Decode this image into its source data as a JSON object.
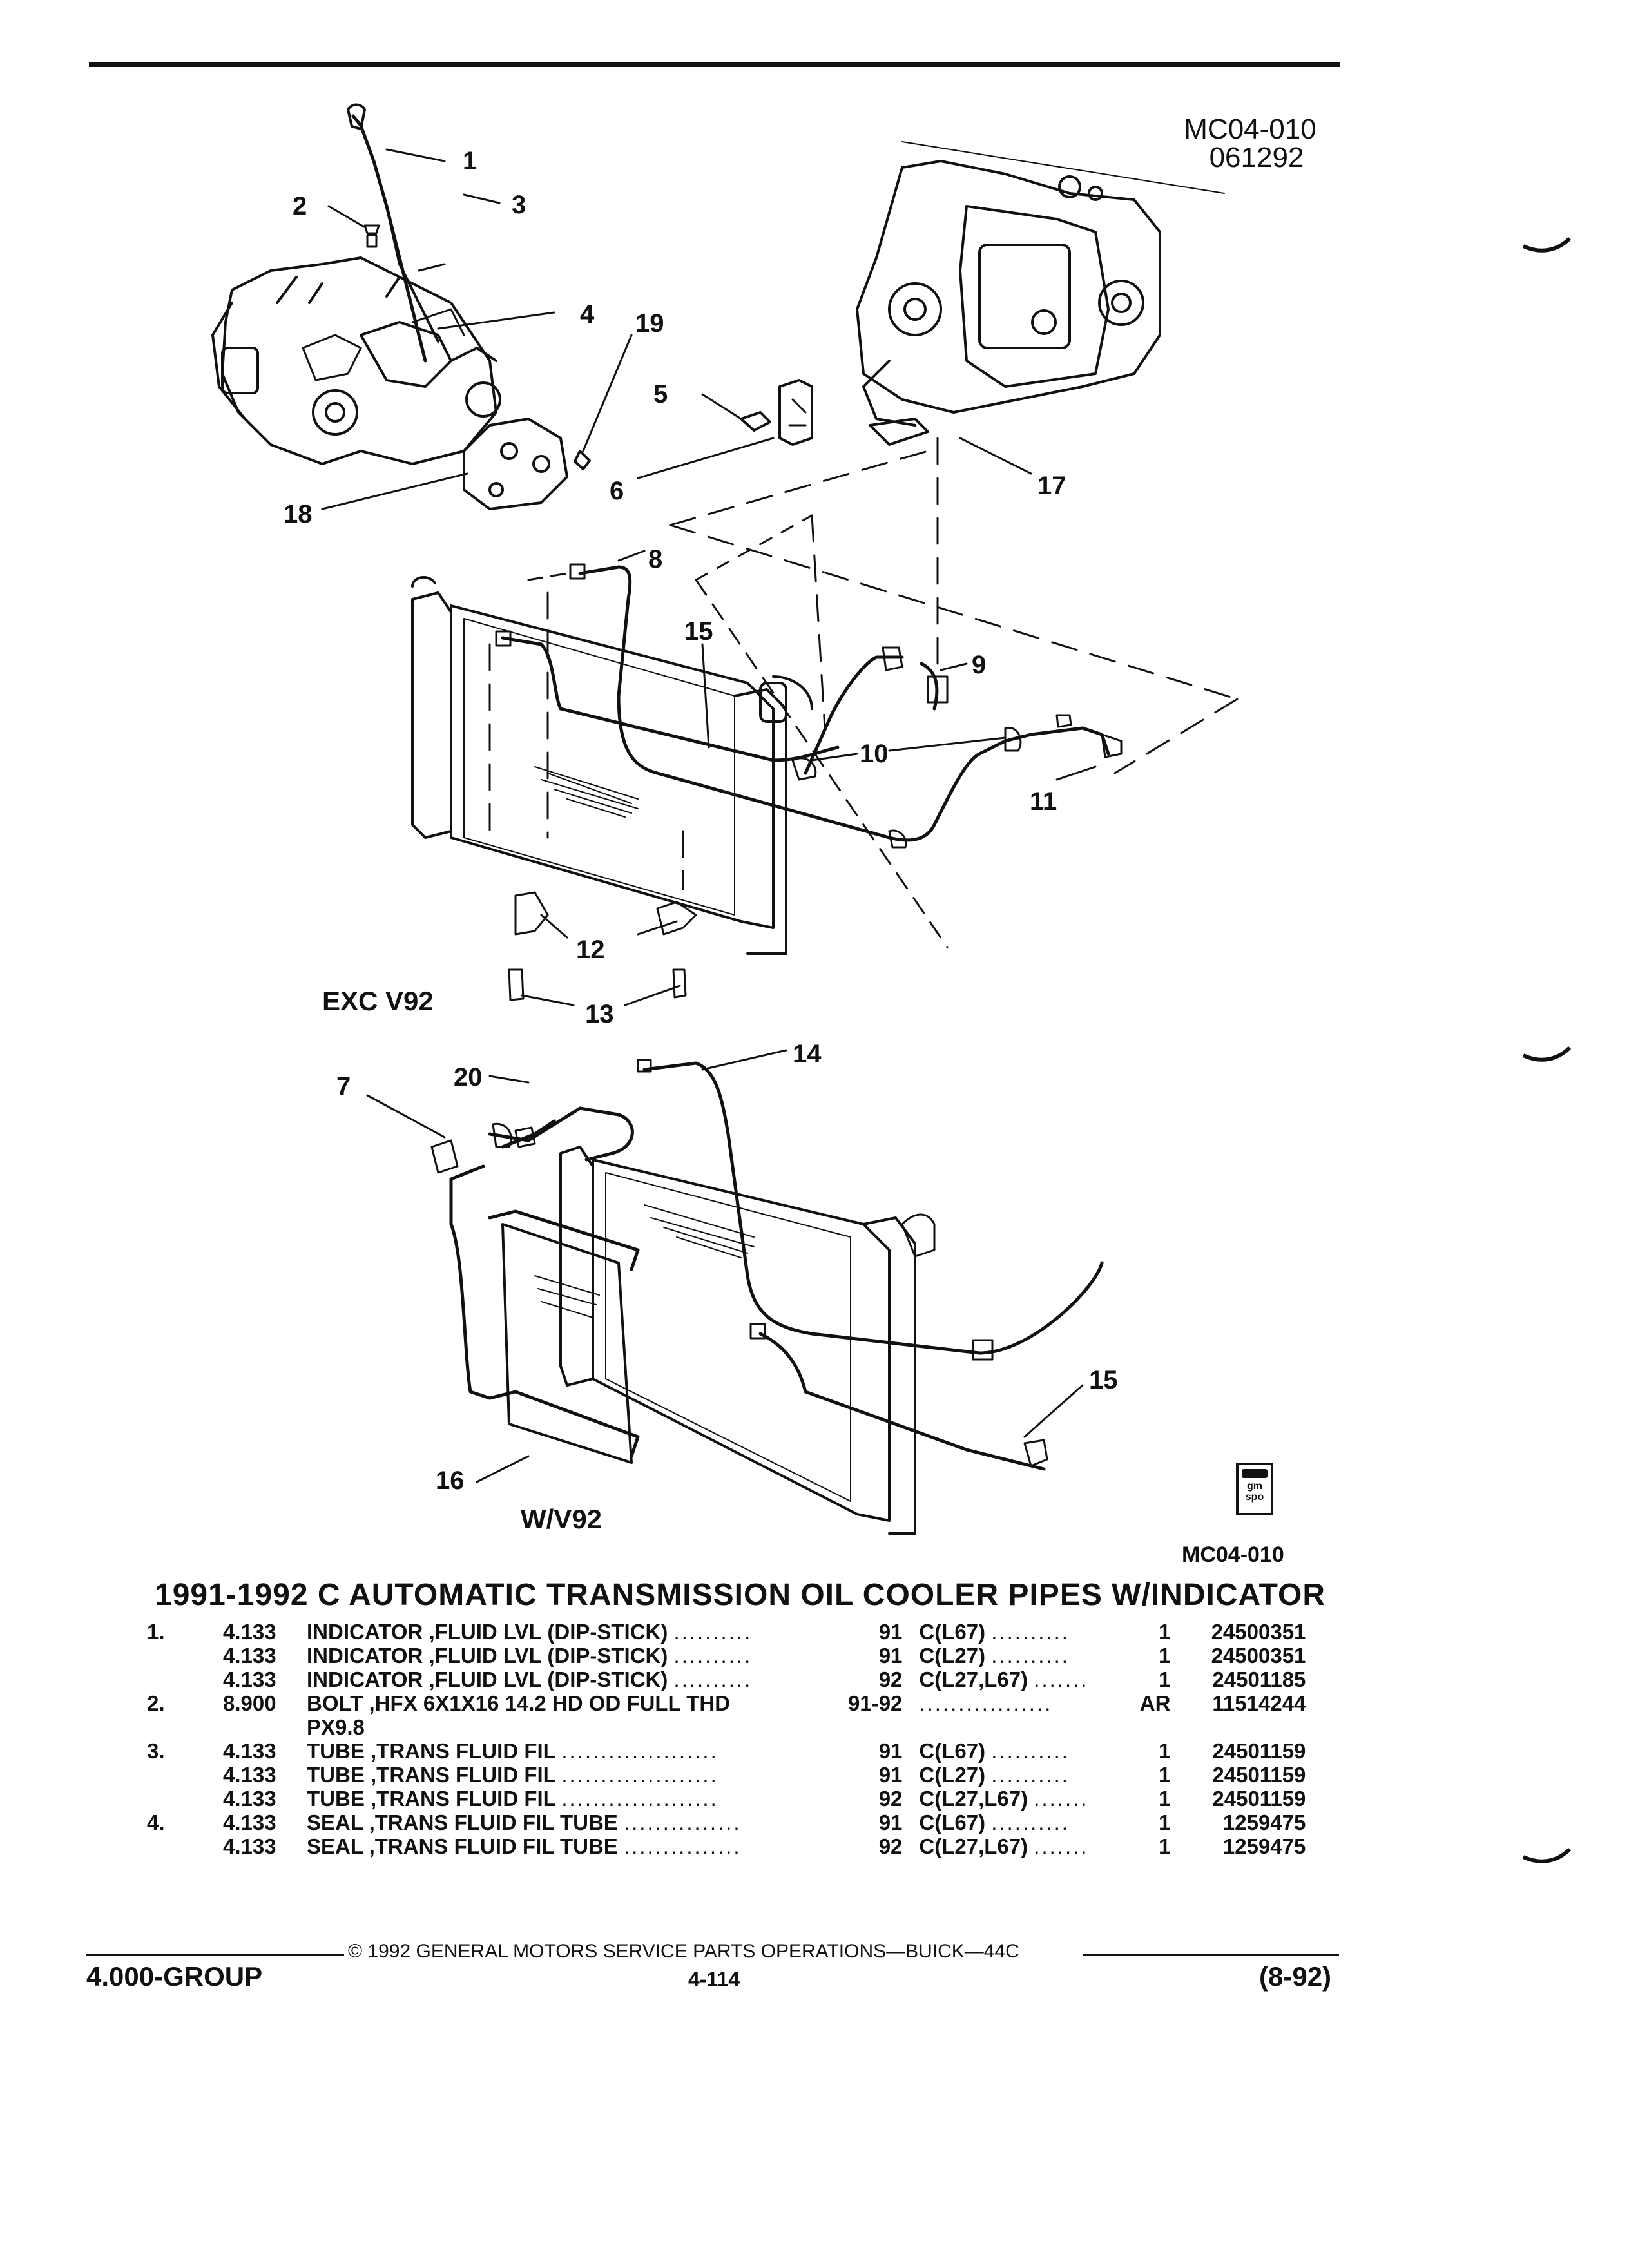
{
  "header": {
    "illustration_code": "MC04-010",
    "illustration_date": "061292"
  },
  "diagram": {
    "callouts": [
      "1",
      "2",
      "3",
      "4",
      "19",
      "5",
      "6",
      "17",
      "18",
      "8",
      "15",
      "9",
      "10",
      "11",
      "12",
      "13",
      "7",
      "20",
      "14",
      "15",
      "16"
    ],
    "variant_labels": {
      "exc": "EXC V92",
      "with": "W/V92"
    },
    "figure_code": "MC04-010",
    "logo_text": "gm spo"
  },
  "catalog": {
    "title": "1991-1992 C AUTOMATIC TRANSMISSION OIL COOLER PIPES W/INDICATOR",
    "rows": [
      {
        "item": "1.",
        "group": "4.133",
        "name": "INDICATOR",
        "desc": ",FLUID LVL (DIP-STICK)",
        "dots": "..........",
        "year": "91",
        "model": "C(L67)",
        "mdots": "..........",
        "qty": "1",
        "part": "24500351"
      },
      {
        "item": "",
        "group": "4.133",
        "name": "INDICATOR",
        "desc": ",FLUID LVL (DIP-STICK)",
        "dots": "..........",
        "year": "91",
        "model": "C(L27)",
        "mdots": "..........",
        "qty": "1",
        "part": "24500351"
      },
      {
        "item": "",
        "group": "4.133",
        "name": "INDICATOR",
        "desc": ",FLUID LVL (DIP-STICK)",
        "dots": "..........",
        "year": "92",
        "model": "C(L27,L67)",
        "mdots": ".......",
        "qty": "1",
        "part": "24501185"
      },
      {
        "item": "2.",
        "group": "8.900",
        "name": "BOLT",
        "desc": ",HFX 6X1X16 14.2 HD OD FULL THD",
        "dots": "",
        "year": "91-92",
        "model": "",
        "mdots": ".................",
        "qty": "AR",
        "part": "11514244"
      },
      {
        "item": "",
        "group": "",
        "name": "",
        "desc": "PX9.8",
        "dots": "",
        "year": "",
        "model": "",
        "mdots": "",
        "qty": "",
        "part": ""
      },
      {
        "item": "3.",
        "group": "4.133",
        "name": "TUBE",
        "desc": ",TRANS FLUID FIL",
        "dots": "....................",
        "year": "91",
        "model": "C(L67)",
        "mdots": "..........",
        "qty": "1",
        "part": "24501159"
      },
      {
        "item": "",
        "group": "4.133",
        "name": "TUBE",
        "desc": ",TRANS FLUID FIL",
        "dots": "....................",
        "year": "91",
        "model": "C(L27)",
        "mdots": "..........",
        "qty": "1",
        "part": "24501159"
      },
      {
        "item": "",
        "group": "4.133",
        "name": "TUBE",
        "desc": ",TRANS FLUID FIL",
        "dots": "....................",
        "year": "92",
        "model": "C(L27,L67)",
        "mdots": ".......",
        "qty": "1",
        "part": "24501159"
      },
      {
        "item": "4.",
        "group": "4.133",
        "name": "SEAL",
        "desc": ",TRANS FLUID FIL TUBE",
        "dots": "...............",
        "year": "91",
        "model": "C(L67)",
        "mdots": "..........",
        "qty": "1",
        "part": "1259475"
      },
      {
        "item": "",
        "group": "4.133",
        "name": "SEAL",
        "desc": ",TRANS FLUID FIL TUBE",
        "dots": "...............",
        "year": "92",
        "model": "C(L27,L67)",
        "mdots": ".......",
        "qty": "1",
        "part": "1259475"
      }
    ]
  },
  "footer": {
    "copyright": "© 1992 GENERAL MOTORS SERVICE PARTS OPERATIONS—BUICK—44C",
    "group": "4.000-GROUP",
    "page": "4-114",
    "date": "(8-92)"
  }
}
